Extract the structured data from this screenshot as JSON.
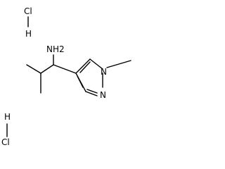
{
  "molecule": {
    "hcl_top": {
      "cl": "Cl",
      "h": "H"
    },
    "hcl_bottom": {
      "h": "H",
      "cl": "Cl"
    },
    "amine_label": "NH2",
    "n_methyl_label": "N",
    "n_ring_label": "N"
  }
}
